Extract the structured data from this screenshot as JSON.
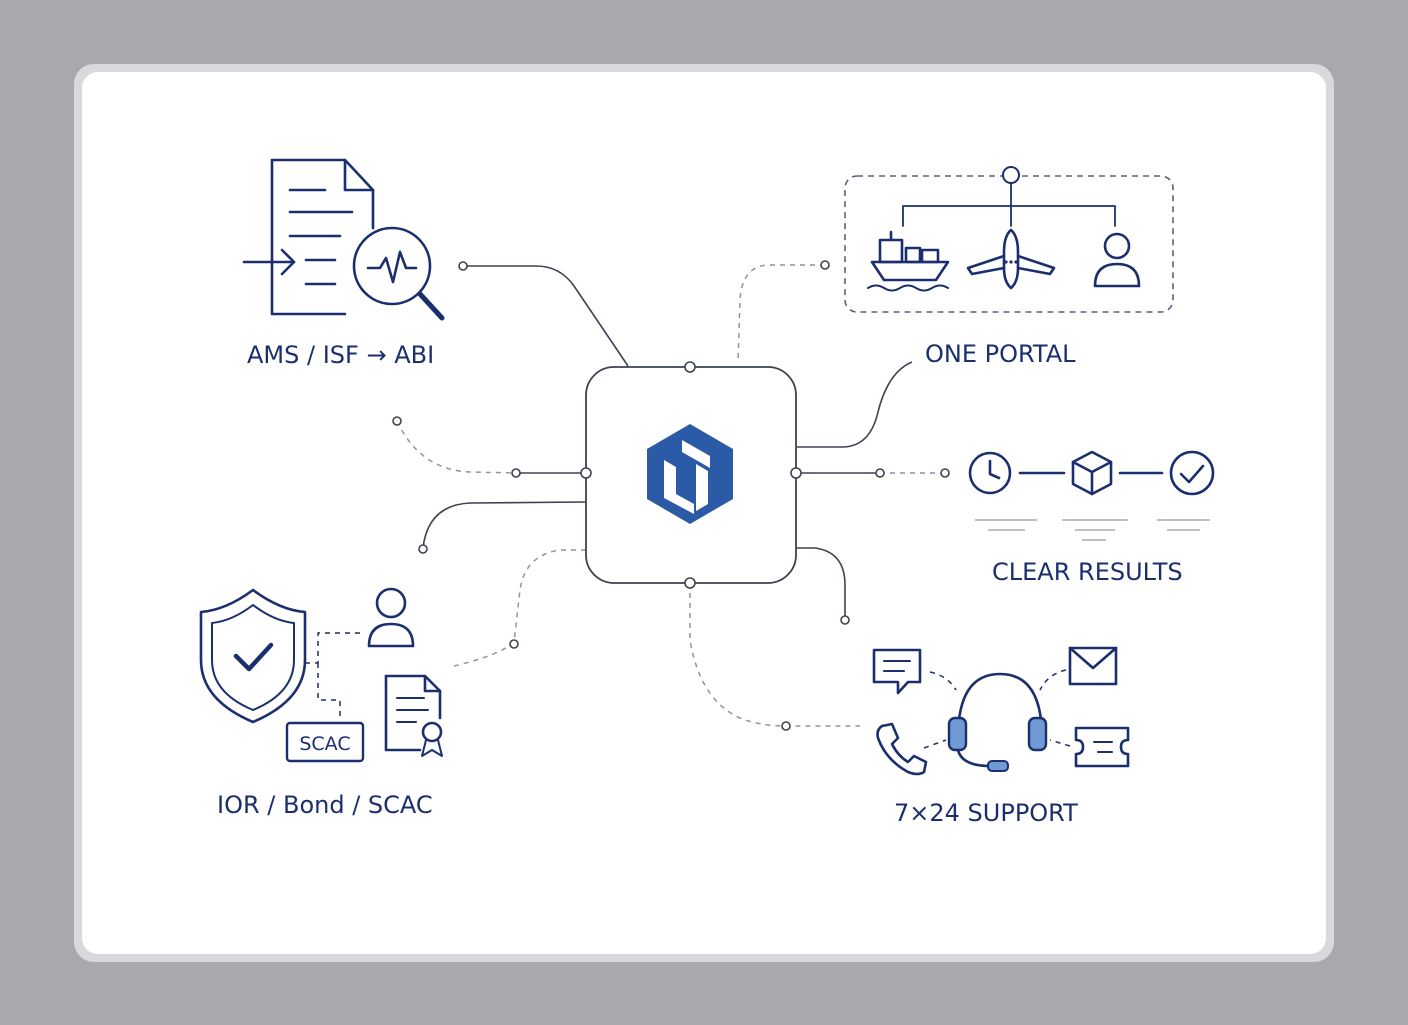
{
  "diagram": {
    "labels": {
      "ams": "AMS / ISF → ABI",
      "portal": "ONE PORTAL",
      "clear": "CLEAR RESULTS",
      "ior": "IOR / Bond / SCAC",
      "support": "7×24 SUPPORT",
      "scac_tag": "SCAC"
    },
    "icons": [
      "document-icon",
      "arrow-right-icon",
      "magnifier-pulse-icon",
      "ship-icon",
      "airplane-icon",
      "user-icon",
      "clock-icon",
      "box-icon",
      "check-circle-icon",
      "shield-check-icon",
      "certificate-icon",
      "chat-icon",
      "headset-icon",
      "mail-icon",
      "phone-icon",
      "ticket-icon",
      "logo-icon"
    ],
    "colors": {
      "ink": "#1b2f6e",
      "accent": "#2b5aa6",
      "line": "#4a4f5c",
      "dashed": "#9a9ea8"
    }
  }
}
